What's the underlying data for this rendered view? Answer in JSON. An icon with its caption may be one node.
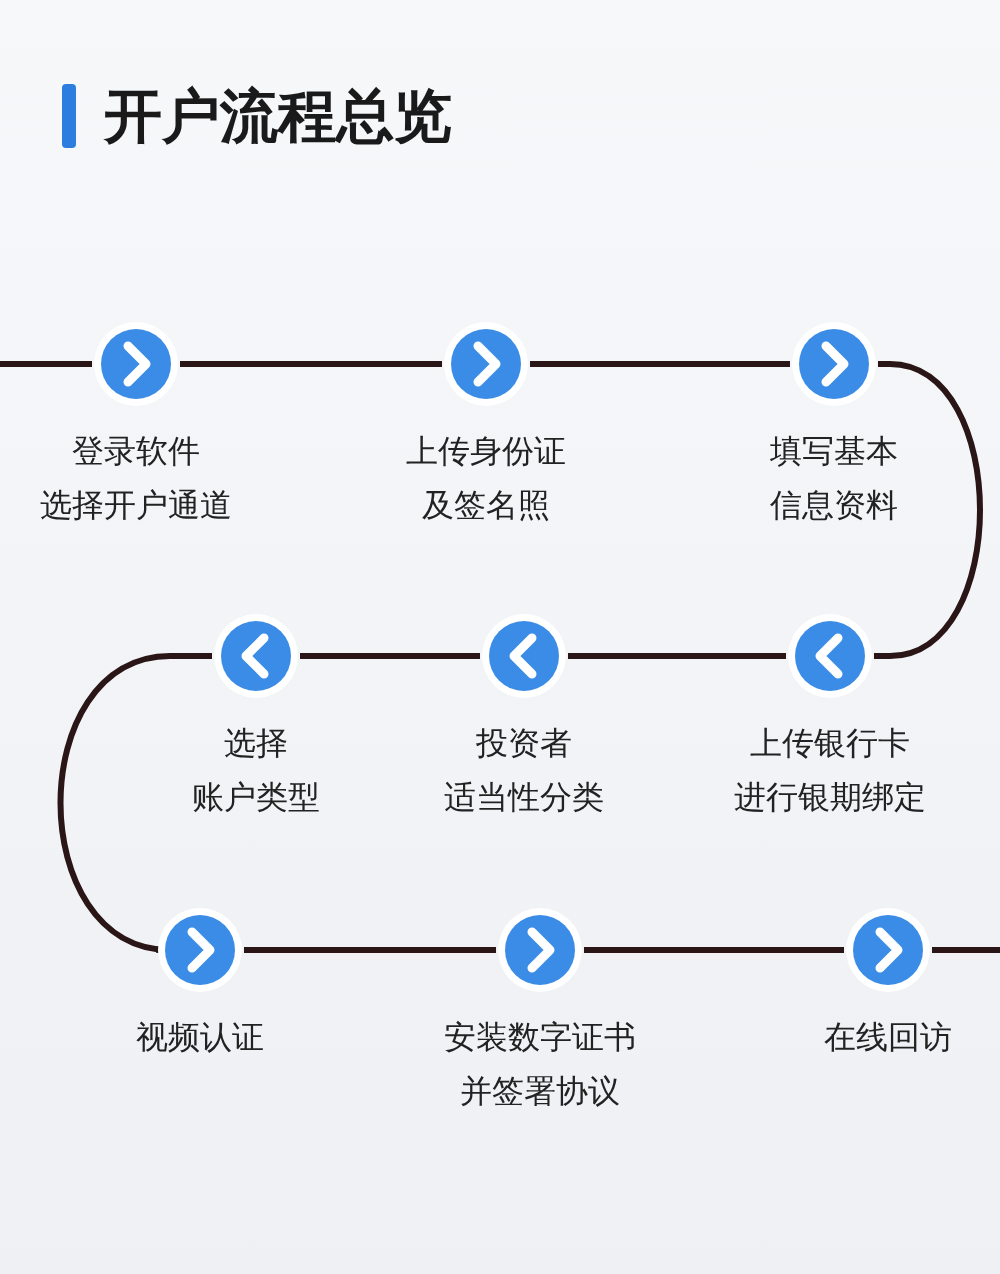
{
  "diagram": {
    "title": "开户流程总览",
    "nodes": [
      {
        "text": [
          "登录软件选择开户通道"
        ]
      },
      {
        "text": [
          "上传身份证及签名照"
        ]
      },
      {
        "text": [
          "填写基本信息资料"
        ]
      },
      {
        "text": [
          "上传银行卡进行银期绑定"
        ]
      },
      {
        "text": [
          "投资者适当性分类"
        ]
      },
      {
        "text": [
          "选择账户类型"
        ]
      },
      {
        "text": [
          "视频认证"
        ]
      },
      {
        "text": [
          "安装数字证书并签署协议"
        ]
      },
      {
        "text": [
          "在线回访"
        ]
      }
    ],
    "edges": [
      {
        "from": null,
        "to": 0,
        "arrow": "none"
      },
      {
        "from": 0,
        "to": 1,
        "arrow": "none"
      },
      {
        "from": 1,
        "to": 2,
        "arrow": "none"
      },
      {
        "from": 2,
        "to": 3,
        "arrow": "none"
      },
      {
        "from": 3,
        "to": 4,
        "arrow": "none"
      },
      {
        "from": 4,
        "to": 5,
        "arrow": "none"
      },
      {
        "from": 5,
        "to": 6,
        "arrow": "none"
      },
      {
        "from": 6,
        "to": 7,
        "arrow": "none"
      },
      {
        "from": 7,
        "to": 8,
        "arrow": "none"
      },
      {
        "from": 8,
        "to": null,
        "arrow": "none"
      }
    ]
  }
}
